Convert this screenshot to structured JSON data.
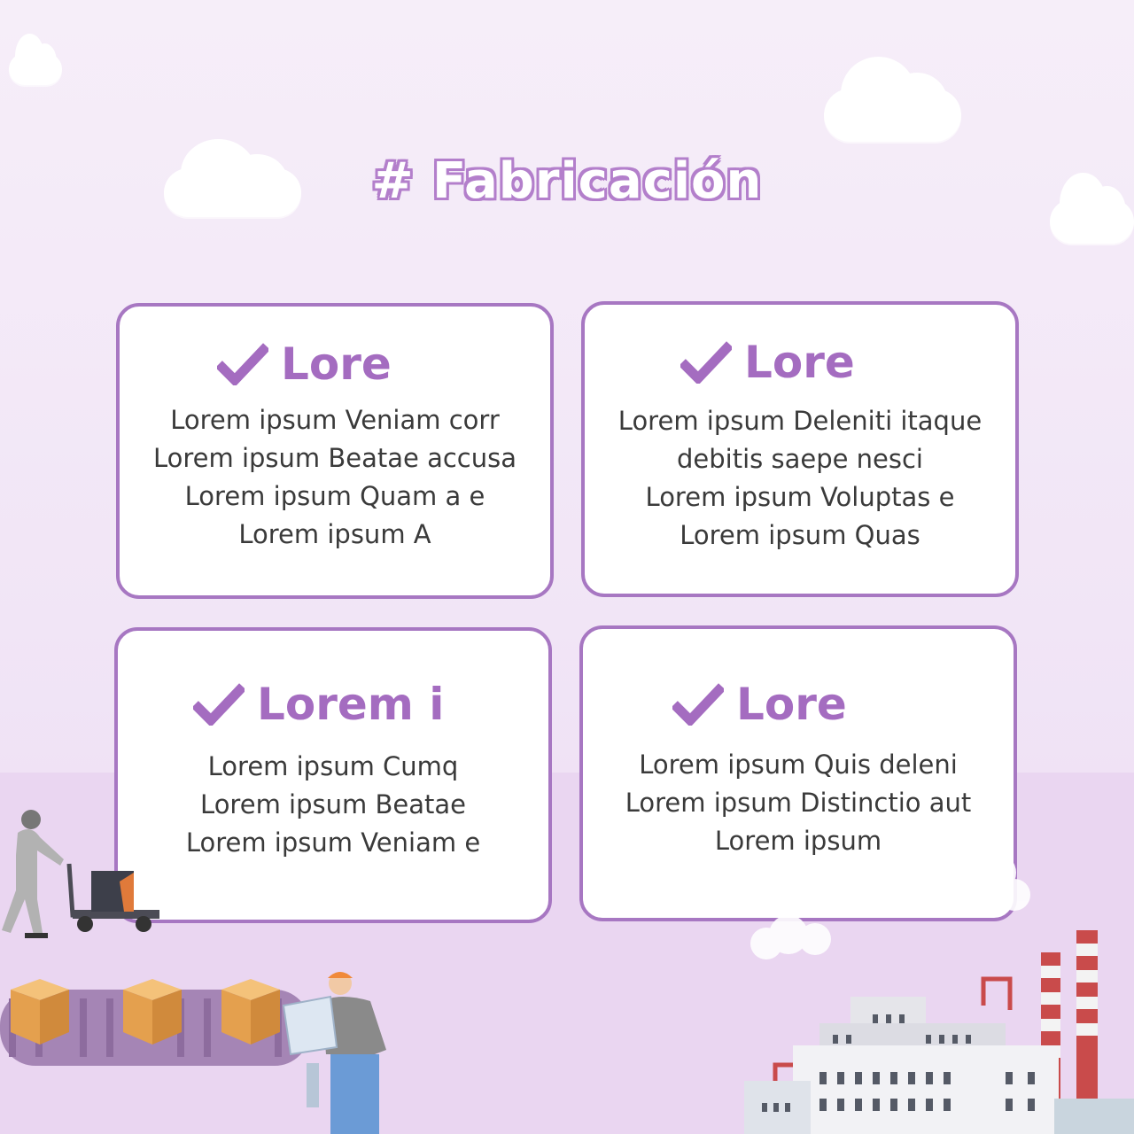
{
  "title": "# Fabricación",
  "cards": [
    {
      "heading": "Lore",
      "lines": [
        "Lorem ipsum Veniam corr",
        "Lorem ipsum Beatae accusa",
        "Lorem ipsum Quam a e",
        "Lorem ipsum A"
      ]
    },
    {
      "heading": "Lore",
      "lines": [
        "Lorem ipsum Deleniti itaque",
        "debitis saepe nesci",
        "Lorem ipsum Voluptas e",
        "Lorem ipsum Quas"
      ]
    },
    {
      "heading": "Lorem i",
      "lines": [
        "Lorem ipsum Cumq",
        "Lorem ipsum Beatae",
        "Lorem ipsum Veniam e"
      ]
    },
    {
      "heading": "Lore",
      "lines": [
        "Lorem ipsum Quis deleni",
        "Lorem ipsum Distinctio aut",
        "Lorem ipsum"
      ]
    }
  ],
  "colors": {
    "accent": "#a46cc0",
    "border": "#a777c2",
    "background": "#f3e8f7"
  },
  "icons": [
    "check-icon",
    "cloud-icon",
    "factory-icon",
    "worker-icon",
    "box-icon",
    "cart-icon"
  ]
}
